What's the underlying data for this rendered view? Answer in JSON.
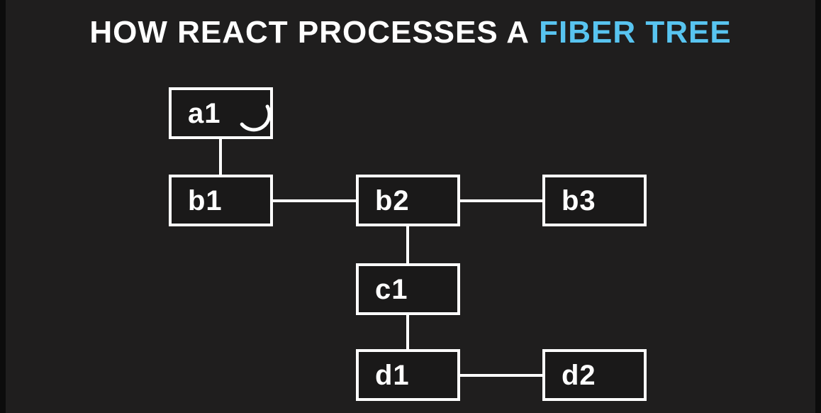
{
  "title": {
    "main": "HOW REACT PROCESSES A",
    "highlight": "FIBER TREE"
  },
  "colors": {
    "background": "#1f1e1e",
    "edge_bar": "#0c0c0c",
    "node_background": "#1a1919",
    "node_border": "#ffffff",
    "node_text": "#ffffff",
    "connector": "#ffffff",
    "title_text": "#ffffff",
    "title_highlight": "#58c4f0"
  },
  "diagram": {
    "nodes": {
      "a1": {
        "label": "a1",
        "icon": "loading-arc-icon"
      },
      "b1": {
        "label": "b1"
      },
      "b2": {
        "label": "b2"
      },
      "b3": {
        "label": "b3"
      },
      "c1": {
        "label": "c1"
      },
      "d1": {
        "label": "d1"
      },
      "d2": {
        "label": "d2"
      }
    },
    "edges": [
      {
        "from": "a1",
        "to": "b1",
        "orientation": "vertical"
      },
      {
        "from": "b1",
        "to": "b2",
        "orientation": "horizontal"
      },
      {
        "from": "b2",
        "to": "b3",
        "orientation": "horizontal"
      },
      {
        "from": "b2",
        "to": "c1",
        "orientation": "vertical"
      },
      {
        "from": "c1",
        "to": "d1",
        "orientation": "vertical"
      },
      {
        "from": "d1",
        "to": "d2",
        "orientation": "horizontal"
      }
    ]
  }
}
